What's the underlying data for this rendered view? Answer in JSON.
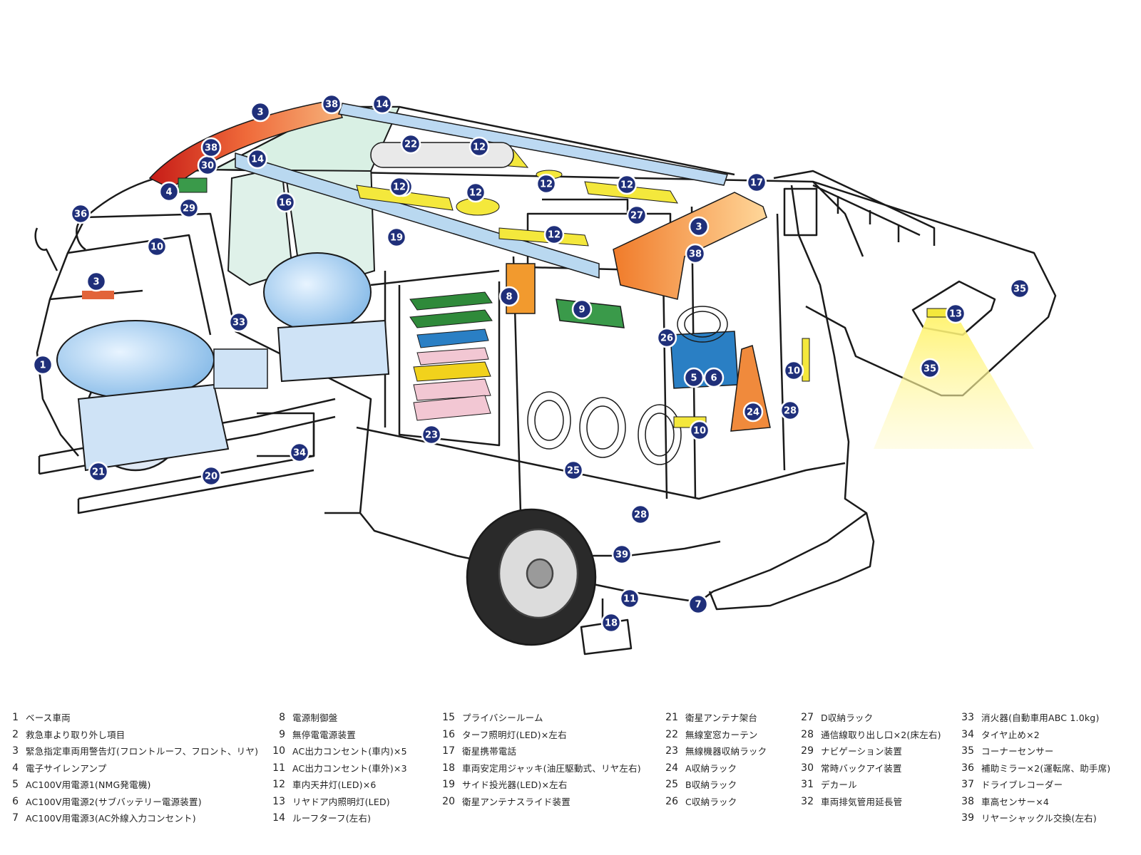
{
  "markers": [
    "1",
    "3",
    "3",
    "3",
    "4",
    "5",
    "6",
    "7",
    "8",
    "9",
    "10",
    "10",
    "10",
    "11",
    "12",
    "12",
    "12",
    "12",
    "12",
    "12",
    "12",
    "13",
    "14",
    "14",
    "16",
    "17",
    "18",
    "19",
    "20",
    "21",
    "22",
    "23",
    "24",
    "25",
    "26",
    "27",
    "28",
    "28",
    "29",
    "30",
    "33",
    "34",
    "35",
    "35",
    "36",
    "38",
    "38",
    "38",
    "39"
  ],
  "legend": [
    [
      {
        "n": "1",
        "t": "ベース車両"
      },
      {
        "n": "2",
        "t": "救急車より取り外し項目"
      },
      {
        "n": "3",
        "t": "緊急指定車両用警告灯(フロントルーフ、フロント、リヤ)"
      },
      {
        "n": "4",
        "t": "電子サイレンアンプ"
      },
      {
        "n": "5",
        "t": "AC100V用電源1(NMG発電機)"
      },
      {
        "n": "6",
        "t": "AC100V用電源2(サブバッテリー電源装置)"
      },
      {
        "n": "7",
        "t": "AC100V用電源3(AC外線入力コンセント)"
      }
    ],
    [
      {
        "n": "8",
        "t": "電源制御盤"
      },
      {
        "n": "9",
        "t": "無停電電源装置"
      },
      {
        "n": "10",
        "t": "AC出力コンセント(車内)×5"
      },
      {
        "n": "11",
        "t": "AC出力コンセント(車外)×3"
      },
      {
        "n": "12",
        "t": "車内天井灯(LED)×6"
      },
      {
        "n": "13",
        "t": "リヤドア内照明灯(LED)"
      },
      {
        "n": "14",
        "t": "ルーフターフ(左右)"
      }
    ],
    [
      {
        "n": "15",
        "t": "プライバシールーム"
      },
      {
        "n": "16",
        "t": "ターフ照明灯(LED)×左右"
      },
      {
        "n": "17",
        "t": "衛星携帯電話"
      },
      {
        "n": "18",
        "t": "車両安定用ジャッキ(油圧駆動式、リヤ左右)"
      },
      {
        "n": "19",
        "t": "サイド投光器(LED)×左右"
      },
      {
        "n": "20",
        "t": "衛星アンテナスライド装置"
      }
    ],
    [
      {
        "n": "21",
        "t": "衛星アンテナ架台"
      },
      {
        "n": "22",
        "t": "無線室窓カーテン"
      },
      {
        "n": "23",
        "t": "無線機器収納ラック"
      },
      {
        "n": "24",
        "t": "A収納ラック"
      },
      {
        "n": "25",
        "t": "B収納ラック"
      },
      {
        "n": "26",
        "t": "C収納ラック"
      }
    ],
    [
      {
        "n": "27",
        "t": "D収納ラック"
      },
      {
        "n": "28",
        "t": "通信線取り出し口×2(床左右)"
      },
      {
        "n": "29",
        "t": "ナビゲーション装置"
      },
      {
        "n": "30",
        "t": "常時バックアイ装置"
      },
      {
        "n": "31",
        "t": "デカール"
      },
      {
        "n": "32",
        "t": "車両排気管用延長管"
      }
    ],
    [
      {
        "n": "33",
        "t": "消火器(自動車用ABC 1.0kg)"
      },
      {
        "n": "34",
        "t": "タイヤ止め×2"
      },
      {
        "n": "35",
        "t": "コーナーセンサー"
      },
      {
        "n": "36",
        "t": "補助ミラー×2(運転席、助手席)"
      },
      {
        "n": "37",
        "t": "ドライブレコーダー"
      },
      {
        "n": "38",
        "t": "車高センサー×4"
      },
      {
        "n": "39",
        "t": "リヤーシャックル交換(左右)"
      }
    ]
  ]
}
